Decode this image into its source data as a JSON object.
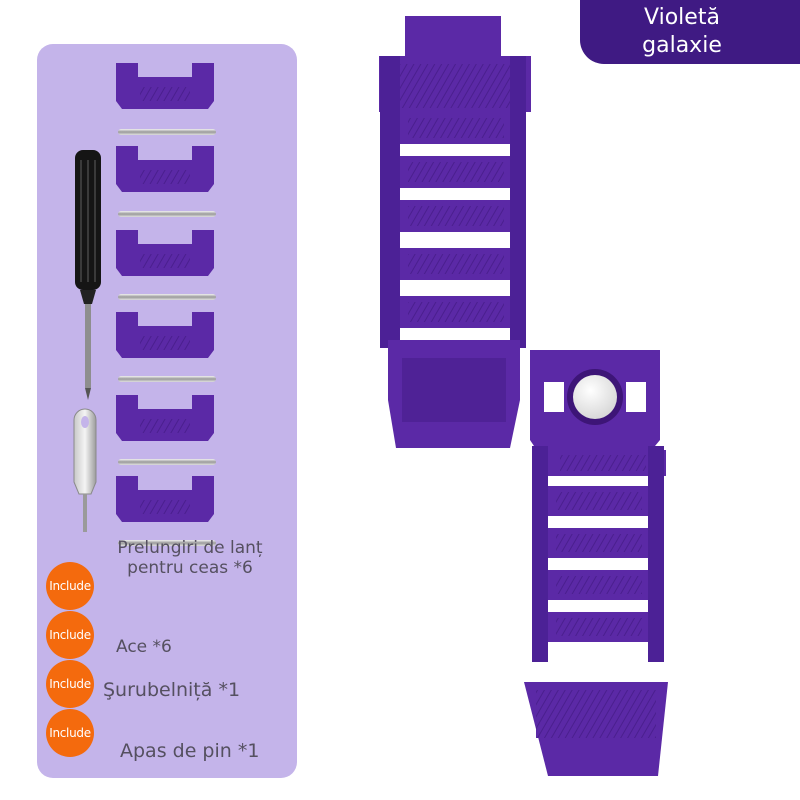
{
  "color_tag": {
    "line1": "Violetă",
    "line2": "galaxie",
    "background": "#3f1a83"
  },
  "panel": {
    "background": "#c4b4ea"
  },
  "colors": {
    "strap": "#5b29a6",
    "strap_dark": "#3d1577",
    "badge": "#f46a0d"
  },
  "contents": [
    {
      "badge": "Include",
      "line1": "Prelungiri de lanț",
      "line2": "pentru ceas *6"
    },
    {
      "badge": "Include",
      "line1": "Ace *6"
    },
    {
      "badge": "Include",
      "line1": "Şurubelniță *1"
    },
    {
      "badge": "Include",
      "line1": "Apas de pin *1"
    }
  ],
  "icons": [
    "screwdriver-icon",
    "pin-remover-icon",
    "spring-bar-pin-icon",
    "link-extension-icon"
  ]
}
